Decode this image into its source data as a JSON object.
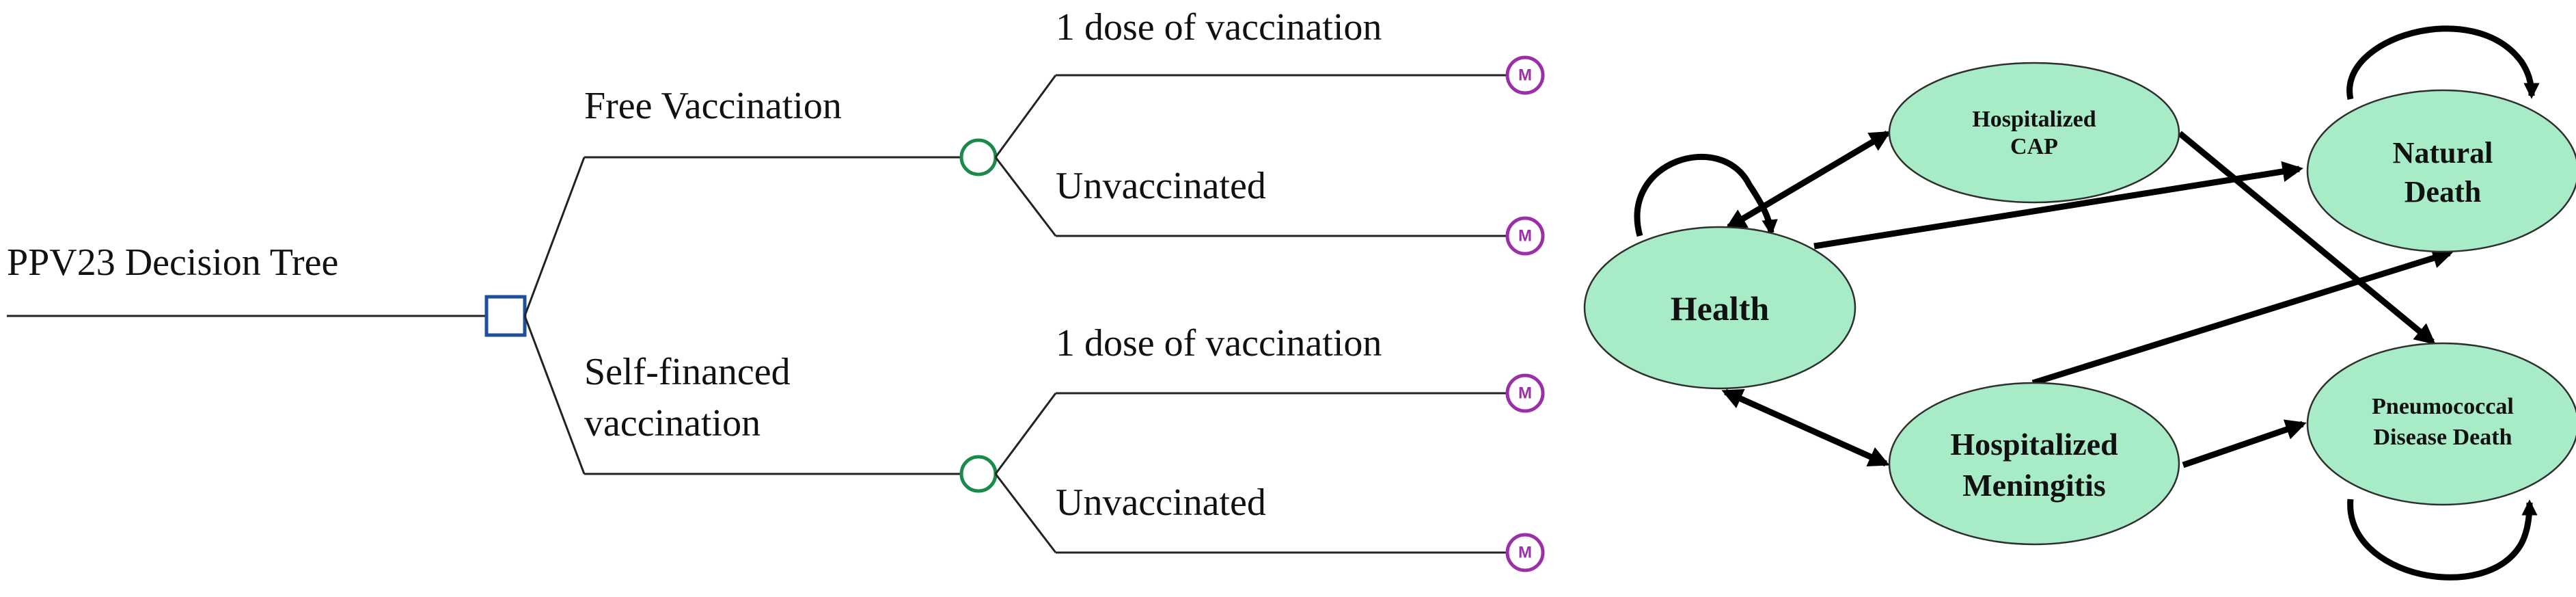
{
  "decision_tree": {
    "root_label": "PPV23 Decision Tree",
    "branches": [
      {
        "label_lines": [
          "Free Vaccination"
        ],
        "outcomes": [
          "1 dose of vaccination",
          "Unvaccinated"
        ]
      },
      {
        "label_lines": [
          "Self-financed",
          "vaccination"
        ],
        "outcomes": [
          "1 dose of vaccination",
          "Unvaccinated"
        ]
      }
    ],
    "markov_marker": "M",
    "colors": {
      "decision_node": "#1f4e9c",
      "chance_node": "#1a8a4a",
      "markov_node": "#9b2fa8"
    }
  },
  "markov_model": {
    "states": {
      "health": [
        "Health"
      ],
      "hosp_cap": [
        "Hospitalized",
        "CAP"
      ],
      "hosp_men": [
        "Hospitalized",
        "Meningitis"
      ],
      "natural_death": [
        "Natural",
        "Death"
      ],
      "pneumo_death": [
        "Pneumococcal",
        "Disease Death"
      ]
    },
    "transitions": [
      {
        "from": "health",
        "to": "hosp_cap",
        "bidirectional": true
      },
      {
        "from": "health",
        "to": "hosp_men",
        "bidirectional": true
      },
      {
        "from": "health",
        "to": "natural_death"
      },
      {
        "from": "hosp_cap",
        "to": "pneumo_death"
      },
      {
        "from": "hosp_men",
        "to": "natural_death"
      },
      {
        "from": "hosp_men",
        "to": "pneumo_death"
      }
    ],
    "self_loops": [
      "health",
      "natural_death",
      "pneumo_death"
    ],
    "colors": {
      "state_fill": "#a8ecc7",
      "arrow": "#000000"
    }
  }
}
